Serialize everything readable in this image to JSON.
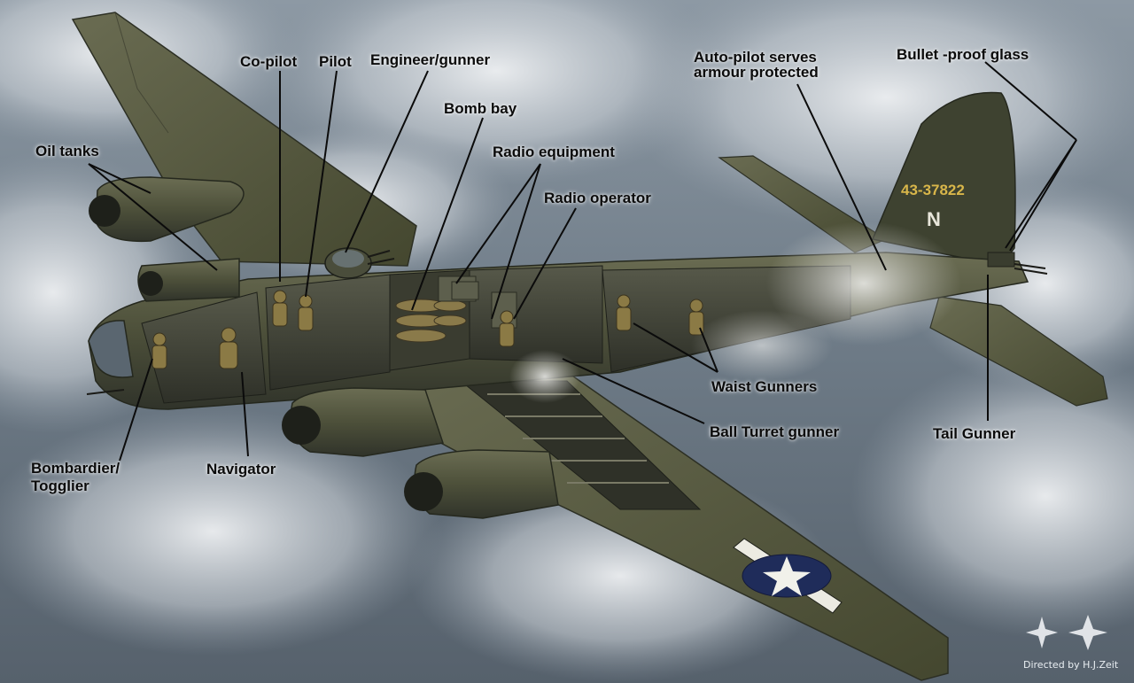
{
  "labels": {
    "co_pilot": "Co-pilot",
    "pilot": "Pilot",
    "engineer_gunner": "Engineer/gunner",
    "bomb_bay": "Bomb bay",
    "radio_equipment": "Radio equipment",
    "radio_operator": "Radio operator",
    "oil_tanks": "Oil tanks",
    "autopilot_line1": "Auto-pilot serves",
    "autopilot_line2": "armour protected",
    "bullet_proof_glass": "Bullet -proof glass",
    "waist_gunners": "Waist Gunners",
    "ball_turret_gunner": "Ball Turret gunner",
    "tail_gunner": "Tail Gunner",
    "bombardier_line1": "Bombardier/",
    "bombardier_line2": "Togglier",
    "navigator": "Navigator"
  },
  "aircraft": {
    "tail_serial": "43-37822",
    "tail_letter": "N"
  },
  "credit": "Directed by H.J.Zeit",
  "colors": {
    "olive_drab": "#4f5238",
    "olive_dark": "#33362a",
    "olive_light": "#6c6e52",
    "sky": "#6f7c88",
    "cloud": "#d9dde2",
    "roundel_blue": "#1f2c5a",
    "tail_marking": "#d8b64a",
    "leader_line": "#0b0b0b"
  }
}
